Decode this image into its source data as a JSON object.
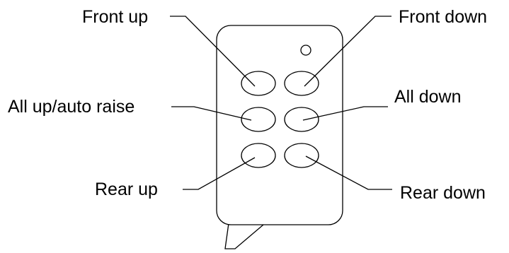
{
  "labels": {
    "front_up": "Front up",
    "front_down": "Front down",
    "all_up": "All up/auto raise",
    "all_down": "All down",
    "rear_up": "Rear up",
    "rear_down": "Rear down"
  },
  "colors": {
    "line": "#000000",
    "background": "#ffffff"
  }
}
